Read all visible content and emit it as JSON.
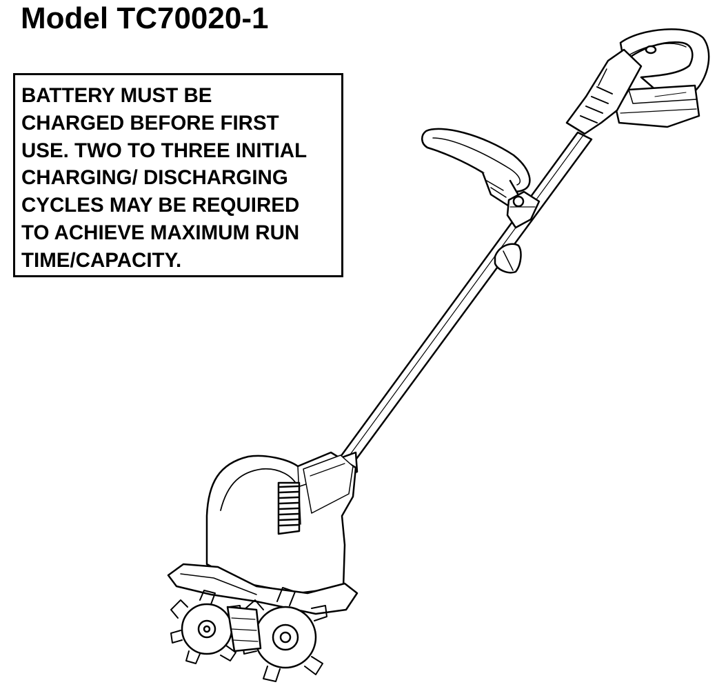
{
  "header": {
    "model_title": "Model TC70020-1"
  },
  "notice": {
    "lines": [
      "BATTERY MUST BE",
      "CHARGED BEFORE FIRST",
      "USE. TWO TO THREE INITIAL",
      "CHARGING/ DISCHARGING",
      "CYCLES MAY BE REQUIRED",
      "TO ACHIEVE MAXIMUM RUN",
      "TIME/CAPACITY."
    ]
  },
  "illustration": {
    "subject": "cordless-tiller-cultivator",
    "stroke_color": "#000000",
    "fill_color": "#ffffff"
  }
}
